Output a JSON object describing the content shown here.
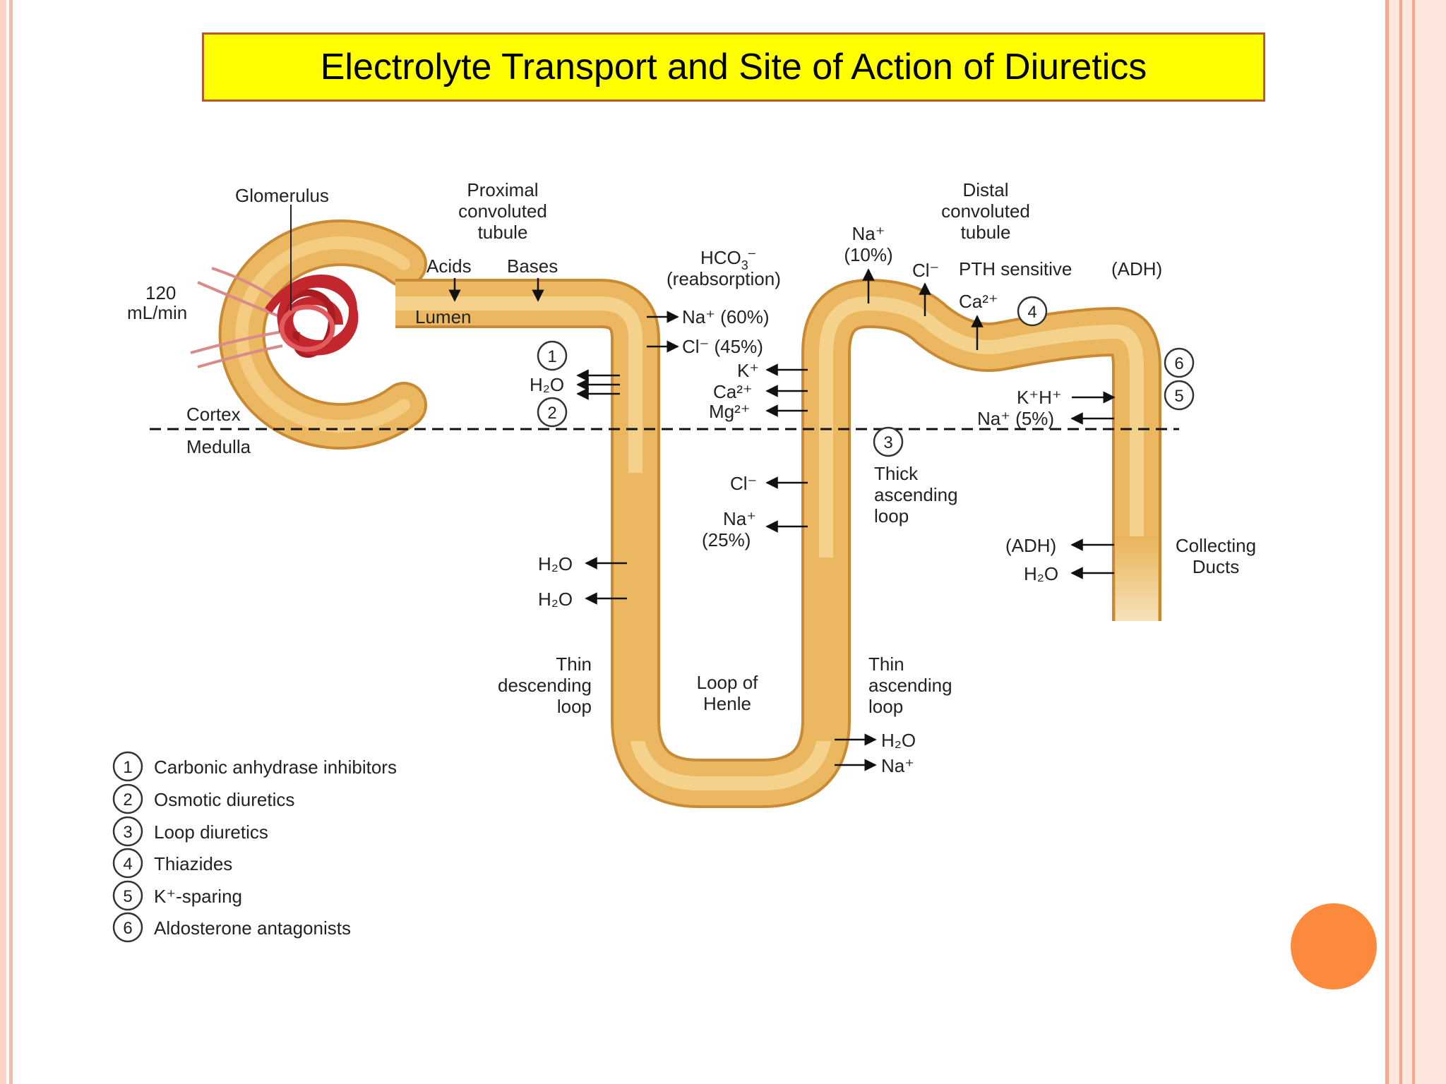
{
  "slide": {
    "title": "Electrolyte Transport and Site of Action of Diuretics",
    "colors": {
      "title_bg": "#ffff00",
      "title_border": "#b5582b",
      "tubule": "#e9b45c",
      "glomerulus": "#c1272d",
      "accent_dot": "#fb8a3c"
    }
  },
  "diagram": {
    "glomerulus": "Glomerulus",
    "gfr_value": "120",
    "gfr_unit": "mL/min",
    "pct_label": "Proximal convoluted tubule",
    "pct_lines": [
      "Proximal",
      "convoluted",
      "tubule"
    ],
    "acids": "Acids",
    "bases": "Bases",
    "lumen": "Lumen",
    "hco3": "HCO",
    "hco3_sub": "3",
    "hco3_sup": "–",
    "reabsorption": "(reabsorption)",
    "na60": "Na⁺ (60%)",
    "cl45": "Cl⁻ (45%)",
    "h2o": "H₂O",
    "k": "K⁺",
    "ca": "Ca²⁺",
    "mg": "Mg²⁺",
    "cortex": "Cortex",
    "medulla": "Medulla",
    "na10_a": "Na⁺",
    "na10_b": "(10%)",
    "dct_lines": [
      "Distal",
      "convoluted",
      "tubule"
    ],
    "cl": "Cl⁻",
    "pth": "PTH sensitive",
    "adh": "(ADH)",
    "ca2": "Ca²⁺",
    "kh": "K⁺H⁺",
    "na5": "Na⁺ (5%)",
    "thick_lines": [
      "Thick",
      "ascending",
      "loop"
    ],
    "cl_thick": "Cl⁻",
    "na25_a": "Na⁺",
    "na25_b": "(25%)",
    "adh2": "(ADH)",
    "h2o_cd": "H₂O",
    "collecting_lines": [
      "Collecting",
      "Ducts"
    ],
    "h2o_thin1": "H₂O",
    "h2o_thin2": "H₂O",
    "thin_desc_lines": [
      "Thin",
      "descending",
      "loop"
    ],
    "loop_henle_lines": [
      "Loop of",
      "Henle"
    ],
    "thin_asc_lines": [
      "Thin",
      "ascending",
      "loop"
    ],
    "h2o_asc": "H₂O",
    "na_asc": "Na⁺",
    "sites": [
      "1",
      "2",
      "3",
      "4",
      "5",
      "6"
    ]
  },
  "legend": {
    "items": [
      {
        "num": "1",
        "label": "Carbonic anhydrase inhibitors"
      },
      {
        "num": "2",
        "label": "Osmotic diuretics"
      },
      {
        "num": "3",
        "label": "Loop diuretics"
      },
      {
        "num": "4",
        "label": "Thiazides"
      },
      {
        "num": "5",
        "label": "K⁺-sparing"
      },
      {
        "num": "6",
        "label": "Aldosterone antagonists"
      }
    ]
  }
}
